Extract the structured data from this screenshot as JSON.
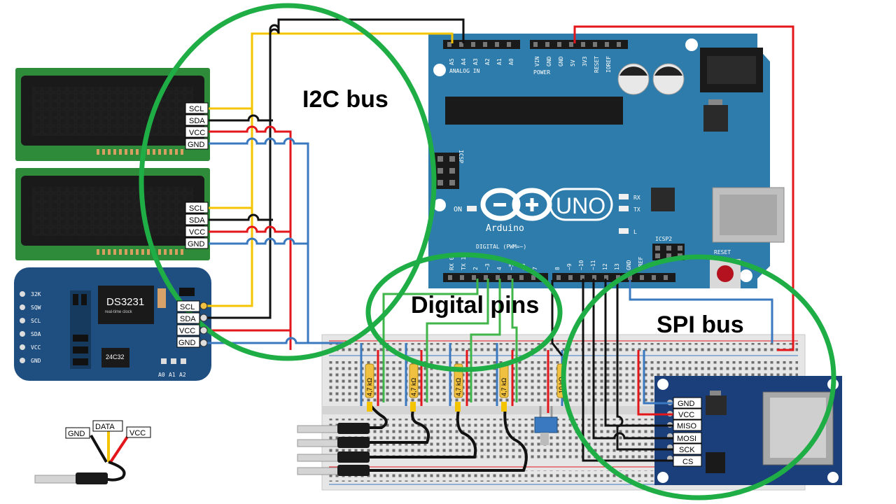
{
  "bus_labels": {
    "i2c": "I2C bus",
    "digital": "Digital pins",
    "spi": "SPI bus"
  },
  "lcd1_pins": [
    "SCL",
    "SDA",
    "VCC",
    "GND"
  ],
  "lcd2_pins": [
    "SCL",
    "SDA",
    "VCC",
    "GND"
  ],
  "rtc": {
    "chip": "DS3231",
    "subtitle": "real-time clock",
    "eeprom": "24C32",
    "left_pins": [
      "32K",
      "SQW",
      "SCL",
      "SDA",
      "VCC",
      "GND"
    ],
    "right_pins": [
      "SCL",
      "SDA",
      "VCC",
      "GND"
    ],
    "addr_pins": [
      "A0",
      "A1",
      "A2"
    ]
  },
  "sd_module_pins": [
    "GND",
    "VCC",
    "MISO",
    "MOSI",
    "SCK",
    "CS"
  ],
  "sensor_pins": [
    "GND",
    "DATA",
    "VCC"
  ],
  "resistors": [
    "4,7 kΩ",
    "4,7 kΩ",
    "4,7 kΩ",
    "4,7 kΩ",
    "10 kΩ"
  ],
  "arduino": {
    "brand": "Arduino",
    "model": "UNO",
    "analog_header": [
      "A5",
      "A4",
      "A3",
      "A2",
      "A1",
      "A0"
    ],
    "analog_title": "ANALOG IN",
    "power_header": [
      "VIN",
      "GND",
      "GND",
      "5V",
      "3V3",
      "RESET",
      "IOREF"
    ],
    "power_title": "POWER",
    "digital_header": [
      "RX 0",
      "TX 1",
      "2",
      "~3",
      "4",
      "~5",
      "~6",
      "7",
      "8",
      "~9",
      "~10",
      "~11",
      "12",
      "13",
      "GND",
      "AREF"
    ],
    "digital_title": "DIGITAL (PWM=~)",
    "icsp": "ICSP",
    "icsp2": "ICSP2",
    "reset": "RESET",
    "on": "ON",
    "leds": [
      "RX",
      "TX",
      "L"
    ]
  },
  "colors": {
    "scl": "#f5c400",
    "sda": "#111111",
    "vcc": "#e3161b",
    "gnd": "#3a78c0",
    "digital": "#3fb54a",
    "bus_circle": "#1fad45",
    "arduino_board": "#2d7cab",
    "lcd_board": "#2e8b3a",
    "rtc_board": "#1f4f80",
    "sd_board": "#1b3f7a"
  }
}
